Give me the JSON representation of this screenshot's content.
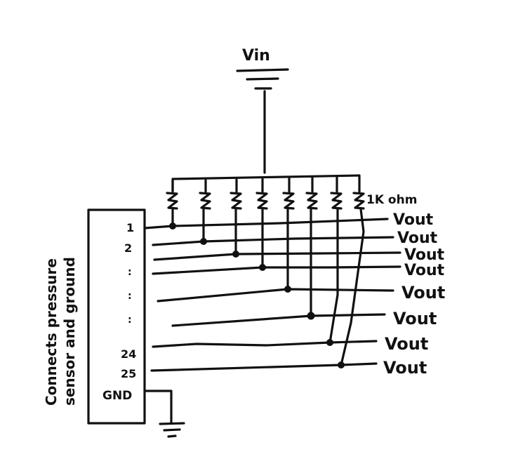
{
  "supply": {
    "label": "Vin"
  },
  "resistor_label": "1K ohm",
  "connector": {
    "side_label_line1": "Connects pressure",
    "side_label_line2": "sensor and ground",
    "pins": [
      "1",
      "2",
      "24",
      "25",
      "GND"
    ],
    "ellipsis_columns": [
      ":",
      ":",
      ":"
    ]
  },
  "outputs": [
    "Vout",
    "Vout",
    "Vout",
    "Vout",
    "Vout",
    "Vout",
    "Vout",
    "Vout"
  ],
  "colors": {
    "ink": "#111111",
    "background": "#ffffff"
  }
}
